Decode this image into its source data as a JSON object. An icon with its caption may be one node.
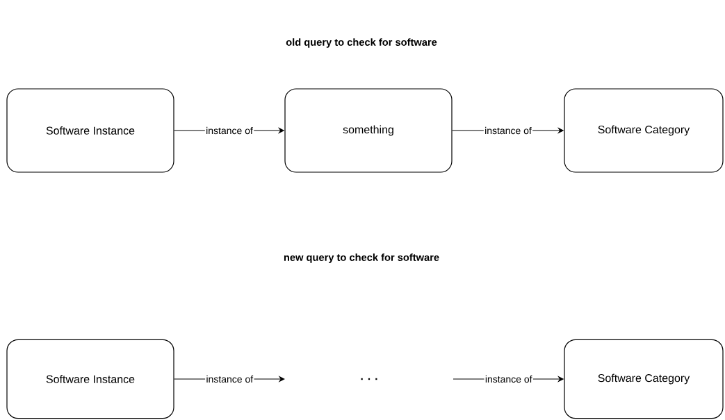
{
  "diagram": {
    "nodes": [
      {
        "text": [
          "Software Instance"
        ]
      },
      {
        "text": [
          "something"
        ]
      },
      {
        "text": [
          "Software Category"
        ]
      },
      {
        "text": [
          "Software Instance"
        ]
      },
      {
        "text": [
          "Software Category"
        ]
      }
    ],
    "edges": [
      {
        "from": 0,
        "to": 1,
        "arrow": "to",
        "label": "instance of"
      },
      {
        "from": 1,
        "to": 2,
        "arrow": "to",
        "label": "instance of"
      },
      {
        "from": 3,
        "to": null,
        "arrow": "to",
        "label": "instance of"
      },
      {
        "from": null,
        "to": 4,
        "arrow": "to",
        "label": "instance of"
      }
    ],
    "labels": [
      "old query to check for software",
      "new query to check for software",
      ". . ."
    ]
  }
}
